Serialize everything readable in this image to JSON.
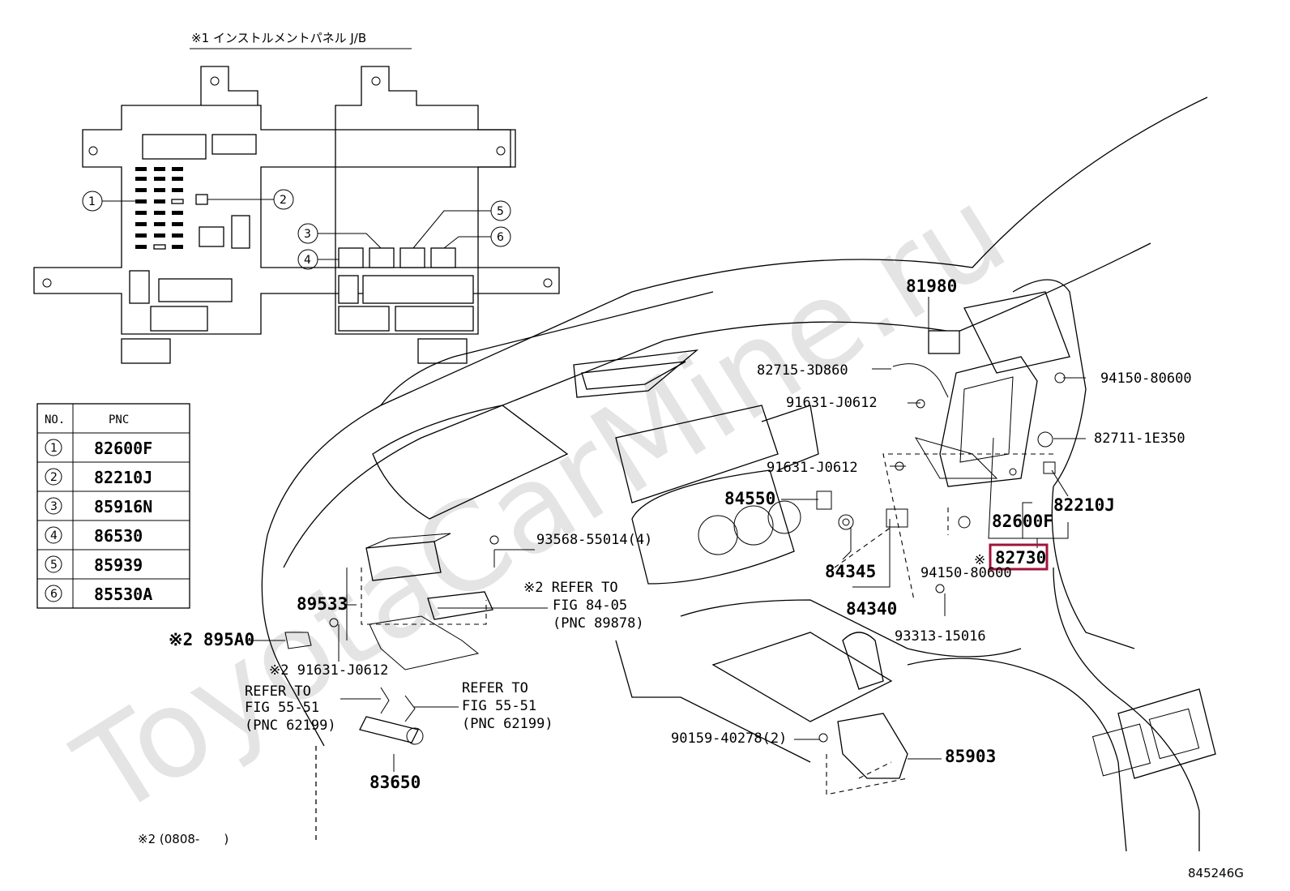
{
  "watermark": "ToyotaCarMine.ru",
  "note1_title": "※1 インストルメントパネル J/B",
  "note2_footer": "※2 (0808-　　)",
  "figure_code": "845246G",
  "callouts": {
    "c1": "1",
    "c2": "2",
    "c3": "3",
    "c4": "4",
    "c5": "5",
    "c6": "6"
  },
  "table": {
    "header_no": "NO.",
    "header_pnc": "PNC",
    "rows": [
      {
        "no": "1",
        "pnc": "82600F"
      },
      {
        "no": "2",
        "pnc": "82210J"
      },
      {
        "no": "3",
        "pnc": "85916N"
      },
      {
        "no": "4",
        "pnc": "86530"
      },
      {
        "no": "5",
        "pnc": "85939"
      },
      {
        "no": "6",
        "pnc": "85530A"
      }
    ]
  },
  "labels": {
    "p81980": "81980",
    "p82715": "82715-3D860",
    "p91631a": "91631-J0612",
    "p91631b": "91631-J0612",
    "p94150a": "94150-80600",
    "p82711": "82711-1E350",
    "p82210j": "82210J",
    "p82600f": "82600F",
    "p82730": "82730",
    "p82730_mark": "※",
    "p94150b": "94150-80600",
    "p84550": "84550",
    "p84345": "84345",
    "p84340": "84340",
    "p93313": "93313-15016",
    "p93568": "93568-55014(4)",
    "p89533": "89533",
    "p895a0": "※2 895A0",
    "p91631c": "※2 91631-J0612",
    "refer1_l1": "※2 REFER TO",
    "refer1_l2": "FIG 84-05",
    "refer1_l3": "(PNC 89878)",
    "refer2_l1": "REFER TO",
    "refer2_l2": "FIG 55-51",
    "refer2_l3": "(PNC 62199)",
    "refer3_l1": "REFER TO",
    "refer3_l2": "FIG 55-51",
    "refer3_l3": "(PNC 62199)",
    "p83650": "83650",
    "p90159": "90159-40278(2)",
    "p85903": "85903"
  },
  "colors": {
    "highlight": "#a0143c",
    "watermark": "#e4e4e4"
  }
}
